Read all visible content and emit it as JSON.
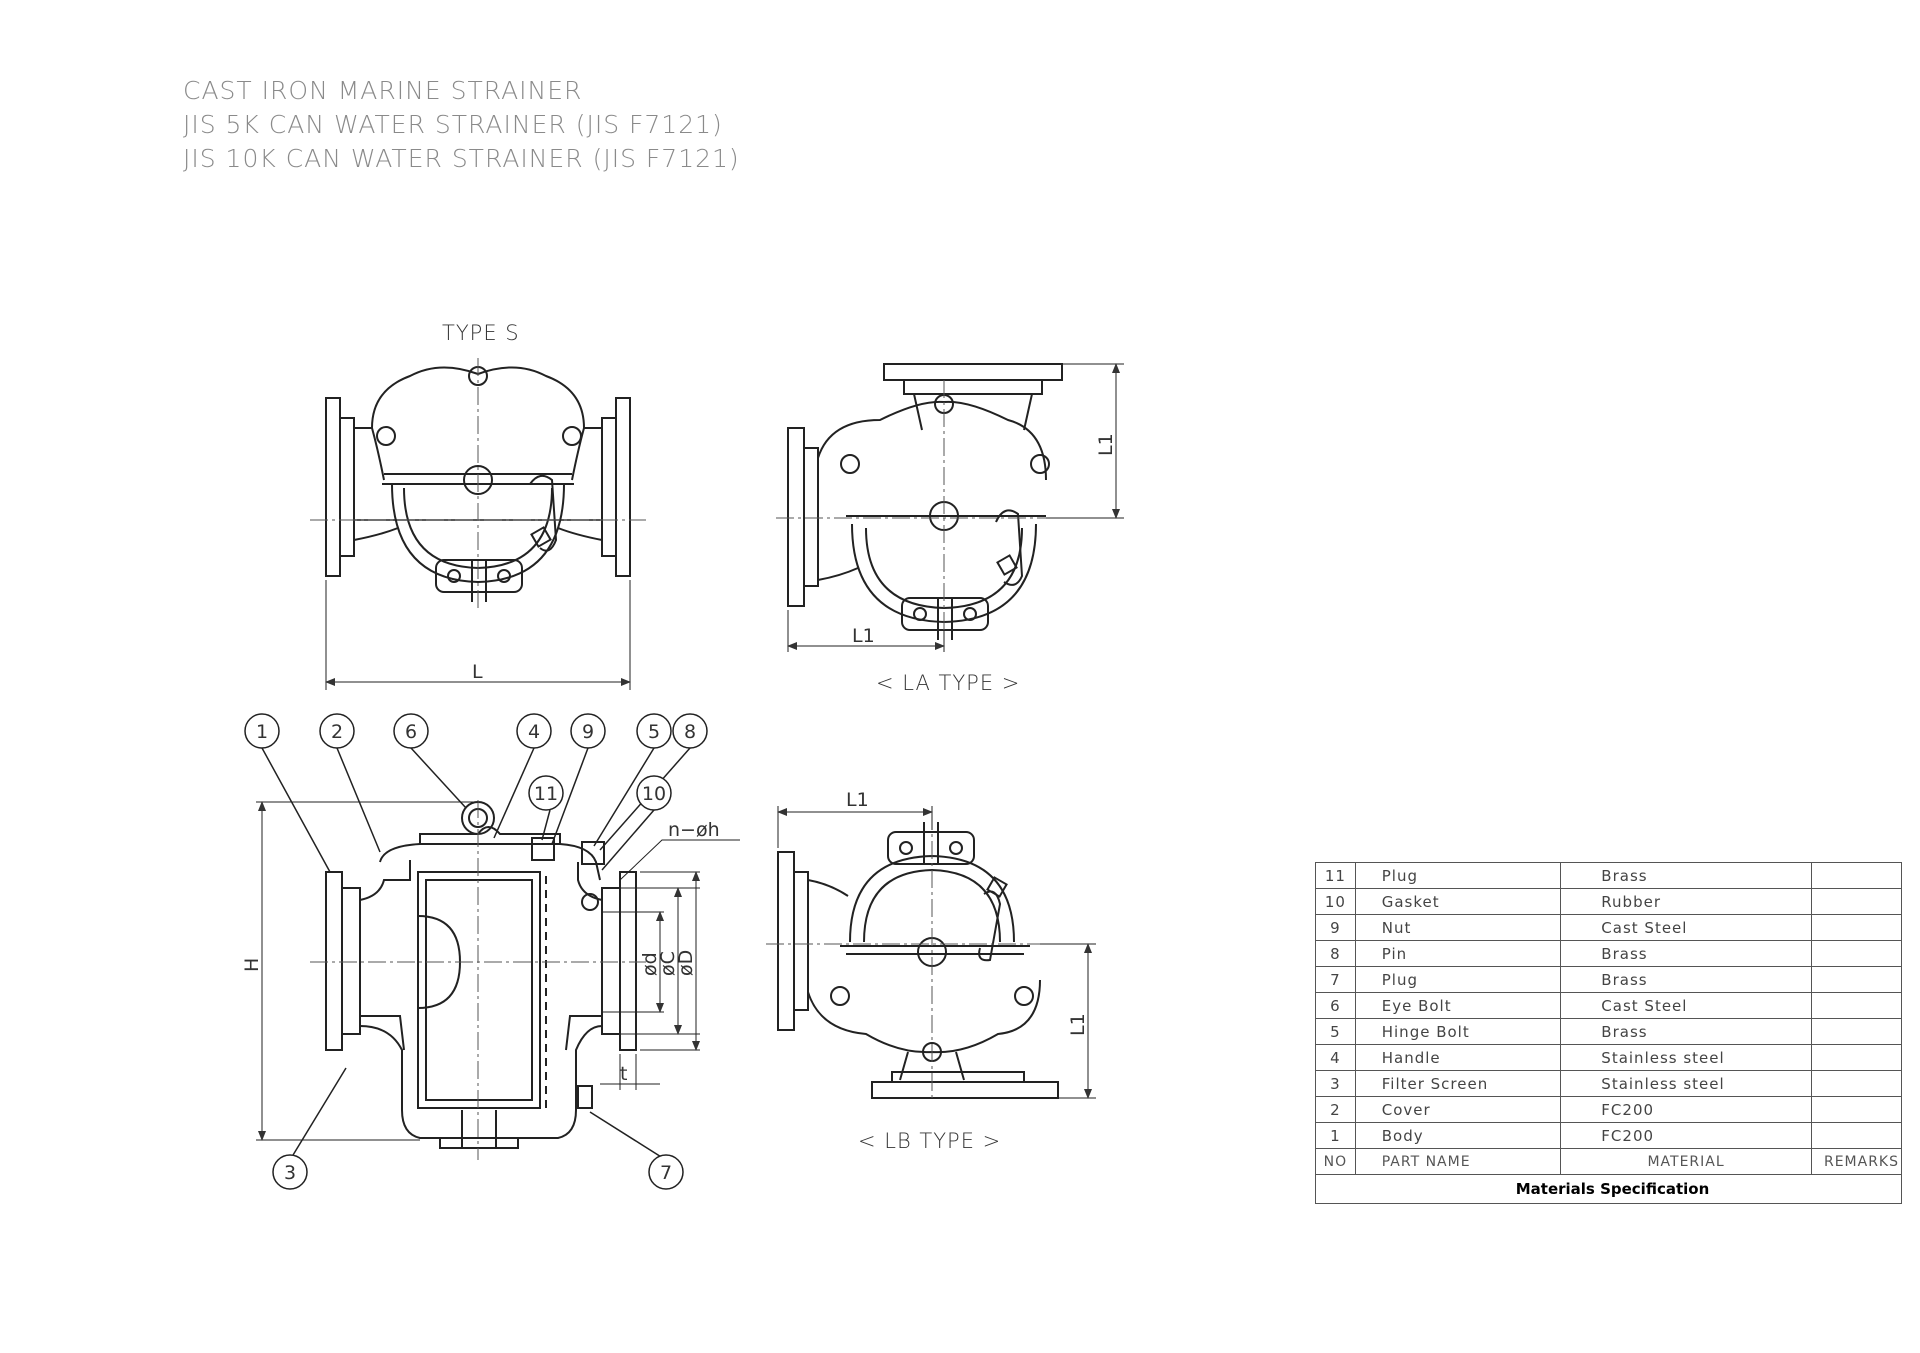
{
  "title": {
    "lines": [
      "CAST IRON MARINE STRAINER",
      "JIS 5K CAN WATER STRAINER (JIS F7121)",
      "JIS 10K CAN WATER STRAINER (JIS F7121)"
    ]
  },
  "views": {
    "type_s": {
      "label": "TYPE S",
      "dim_length": "L"
    },
    "la_type": {
      "label": "< LA TYPE >",
      "dim_height": "L1",
      "dim_length": "L1"
    },
    "lb_type": {
      "label": "< LB TYPE >",
      "dim_height": "L1",
      "dim_length": "L1"
    },
    "section": {
      "dim_height": "H",
      "dim_bolt": "n−øh",
      "dim_d": "ød",
      "dim_c": "øC",
      "dim_D": "øD",
      "dim_t": "t",
      "balloons": [
        "1",
        "2",
        "6",
        "4",
        "9",
        "5",
        "8",
        "11",
        "10",
        "3",
        "7"
      ]
    }
  },
  "materials": {
    "rows": [
      {
        "no": "11",
        "part": "Plug",
        "material": "Brass",
        "remarks": ""
      },
      {
        "no": "10",
        "part": "Gasket",
        "material": "Rubber",
        "remarks": ""
      },
      {
        "no": "9",
        "part": "Nut",
        "material": "Cast Steel",
        "remarks": ""
      },
      {
        "no": "8",
        "part": "Pin",
        "material": "Brass",
        "remarks": ""
      },
      {
        "no": "7",
        "part": "Plug",
        "material": "Brass",
        "remarks": ""
      },
      {
        "no": "6",
        "part": "Eye Bolt",
        "material": "Cast Steel",
        "remarks": ""
      },
      {
        "no": "5",
        "part": "Hinge Bolt",
        "material": "Brass",
        "remarks": ""
      },
      {
        "no": "4",
        "part": "Handle",
        "material": "Stainless steel",
        "remarks": ""
      },
      {
        "no": "3",
        "part": "Filter Screen",
        "material": "Stainless steel",
        "remarks": ""
      },
      {
        "no": "2",
        "part": "Cover",
        "material": "FC200",
        "remarks": ""
      },
      {
        "no": "1",
        "part": "Body",
        "material": "FC200",
        "remarks": ""
      }
    ],
    "header": {
      "no": "NO",
      "part": "PART  NAME",
      "material": "MATERIAL",
      "remarks": "REMARKS"
    },
    "caption": "Materials Specification"
  }
}
